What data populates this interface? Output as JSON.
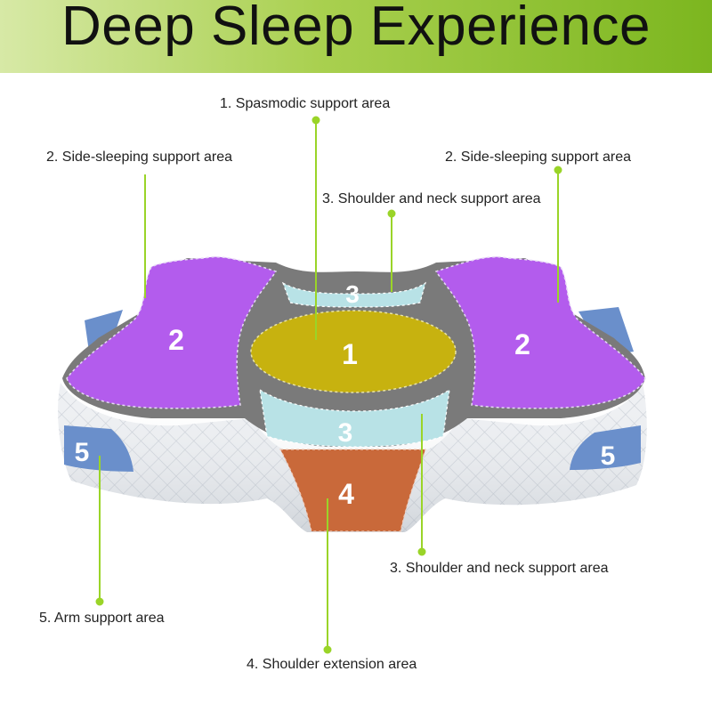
{
  "title": "Deep Sleep Experience",
  "colors": {
    "banner": "#8cc43a",
    "leader": "#9ad428",
    "zone_1": "#c7b20f",
    "zone_2": "#b35ced",
    "zone_3": "#b8e2e6",
    "zone_4": "#c9693a",
    "zone_5": "#6a8fcb",
    "frame": "#7a7a7a",
    "base": "#eceff2"
  },
  "zones": {
    "z1": "1",
    "z2": "2",
    "z3": "3",
    "z4": "4",
    "z5": "5"
  },
  "labels": {
    "spasmodic": "1. Spasmodic support area",
    "side_left": "2. Side-sleeping support area",
    "side_right": "2. Side-sleeping support area",
    "shoulder_neck_top": "3. Shoulder and neck support area",
    "shoulder_neck_bottom": "3. Shoulder and neck support area",
    "arm": "5. Arm support area",
    "shoulder_ext": "4. Shoulder extension area"
  }
}
